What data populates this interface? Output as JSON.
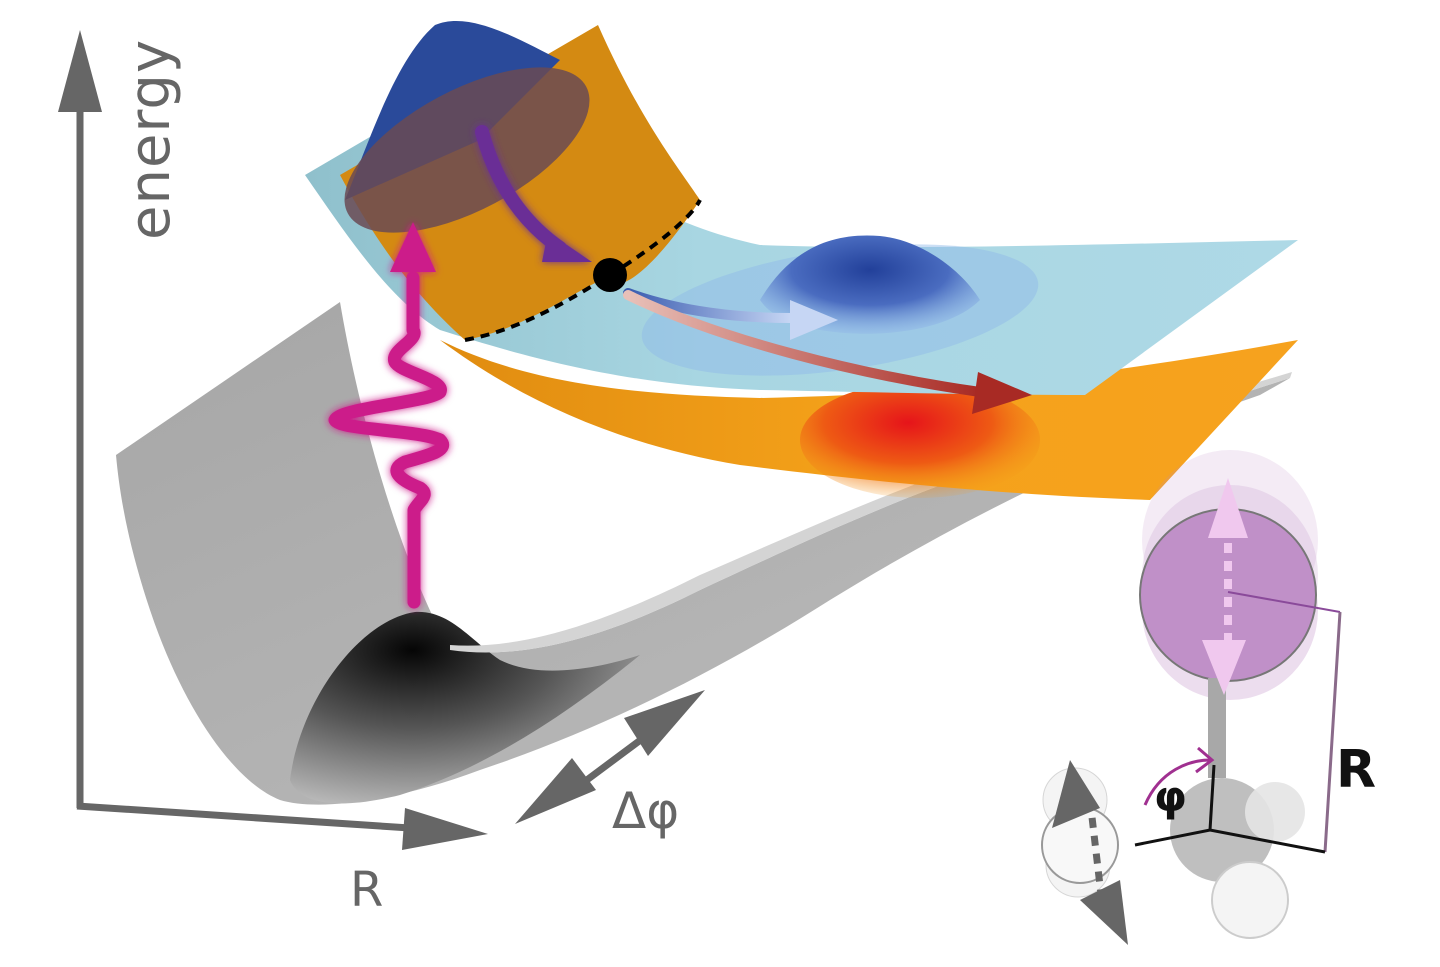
{
  "figure": {
    "type": "potential-energy-surface-schematic",
    "description": "Photoexcitation from ground-state surface to excited-state surface, wavepacket passes through conical intersection (black dot on dashed seam) and branches onto upper (blue) and lower (orange/red) surfaces; molecular inset shows bond-length R and angle phi vibrations."
  },
  "axes": {
    "y_label": "energy",
    "x_label": "R",
    "depth_label": "Δφ"
  },
  "surfaces": [
    {
      "name": "ground-state",
      "color": "#a8a8a8"
    },
    {
      "name": "excited-state-upper",
      "color": "#a8d8e6"
    },
    {
      "name": "excited-state-lower",
      "color": "#f5a21a"
    },
    {
      "name": "excited-state-back-orange",
      "color": "#d98a12"
    }
  ],
  "wavepackets": [
    {
      "name": "initial-wavepacket",
      "color": "#2a4a9a"
    },
    {
      "name": "upper-branch-wavepacket",
      "color": "#2a4a9a"
    },
    {
      "name": "lower-branch-wavepacket",
      "color": "#e61e14"
    }
  ],
  "arrows": {
    "excitation": {
      "color": "#cc1a8a",
      "label": "photon excitation"
    },
    "relaxation": {
      "color": "#6a2e96"
    },
    "upper_branch": {
      "color": "#9ab4e6"
    },
    "lower_branch": {
      "color": "#a82a24"
    }
  },
  "conical_intersection": {
    "marker_color": "#000000",
    "seam_style": "dashed"
  },
  "molecule_inset": {
    "labels": {
      "R": "R",
      "phi": "φ"
    },
    "atom_colors": {
      "vibrating": "#c090c8",
      "central": "#b0b0b0",
      "hydrogen": "#f4f4f4"
    },
    "vibration_arrow_color": "#f0c8ee"
  },
  "colors": {
    "axis": "#666666",
    "text_dark": "#111111"
  }
}
